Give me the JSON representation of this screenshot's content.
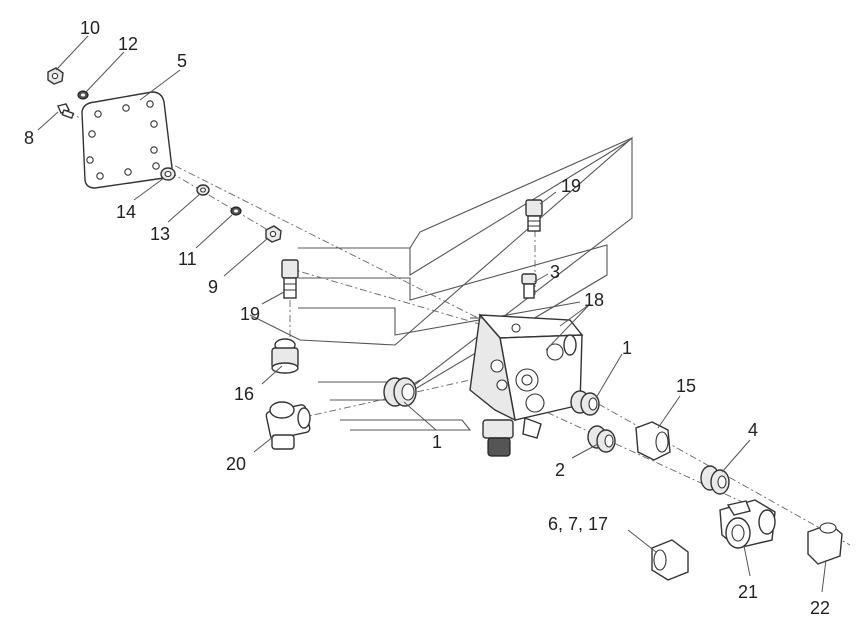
{
  "diagram": {
    "callouts": [
      {
        "id": "10",
        "text": "10"
      },
      {
        "id": "12",
        "text": "12"
      },
      {
        "id": "5",
        "text": "5"
      },
      {
        "id": "8",
        "text": "8"
      },
      {
        "id": "14",
        "text": "14"
      },
      {
        "id": "13",
        "text": "13"
      },
      {
        "id": "11",
        "text": "11"
      },
      {
        "id": "9",
        "text": "9"
      },
      {
        "id": "19a",
        "text": "19"
      },
      {
        "id": "19b",
        "text": "19"
      },
      {
        "id": "3",
        "text": "3"
      },
      {
        "id": "18",
        "text": "18"
      },
      {
        "id": "1a",
        "text": "1"
      },
      {
        "id": "1b",
        "text": "1"
      },
      {
        "id": "16",
        "text": "16"
      },
      {
        "id": "15",
        "text": "15"
      },
      {
        "id": "4",
        "text": "4"
      },
      {
        "id": "2",
        "text": "2"
      },
      {
        "id": "20",
        "text": "20"
      },
      {
        "id": "6717",
        "text": "6, 7, 17"
      },
      {
        "id": "21",
        "text": "21"
      },
      {
        "id": "22",
        "text": "22"
      }
    ]
  }
}
